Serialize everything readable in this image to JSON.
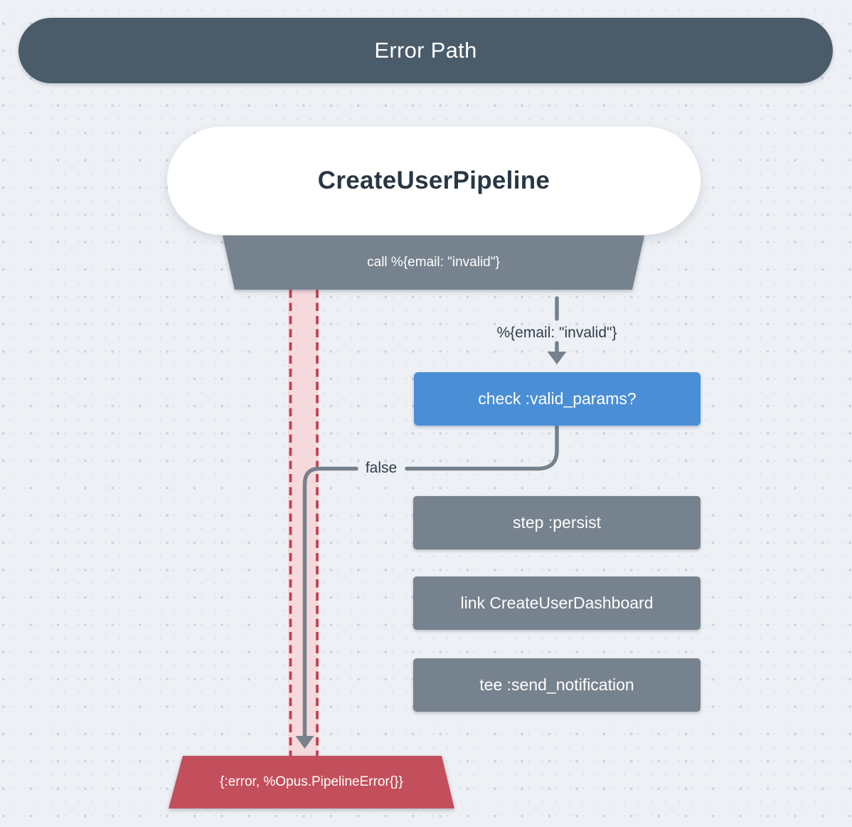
{
  "title": "Error Path",
  "pipeline": "CreateUserPipeline",
  "call_node": "call %{email: \"invalid\"}",
  "input_label": "%{email: \"invalid\"}",
  "check_node": "check :valid_params?",
  "false_label": "false",
  "steps": [
    "step :persist",
    "link CreateUserDashboard",
    "tee :send_notification"
  ],
  "error_node": "{:error, %Opus.PipelineError{}}",
  "theme": {
    "bg": "#edf0f4",
    "slate": "#4a5b6a",
    "gray": "#76828e",
    "blue": "#4a8ed5",
    "red": "#c24f5b",
    "pink": "#f5d9dd",
    "dash": "#bf3f4e",
    "line": "#76818c",
    "ink": "#2e3d4c"
  }
}
